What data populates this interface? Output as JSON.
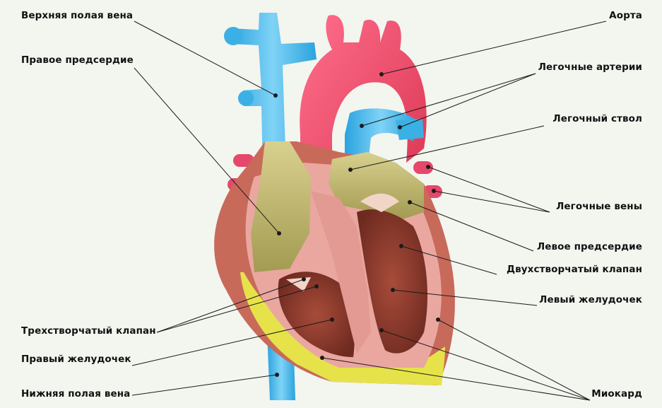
{
  "labels": {
    "superior_vena_cava": "Верхняя полая вена",
    "right_atrium": "Правое предсердие",
    "tricuspid_valve": "Трехстворчатый клапан",
    "right_ventricle": "Правый желудочек",
    "inferior_vena_cava": "Нижняя полая вена",
    "aorta": "Аорта",
    "pulmonary_arteries": "Легочные артерии",
    "pulmonary_trunk": "Легочный ствол",
    "pulmonary_veins": "Легочные вены",
    "left_atrium": "Левое предсердие",
    "mitral_valve": "Двухстворчатый клапан",
    "left_ventricle": "Левый желудочек",
    "myocardium": "Миокард"
  },
  "colors": {
    "vein_blue": "#4ab8e8",
    "artery_red": "#ee4f70",
    "atrium_olive": "#b8b26a",
    "ventricle_brown": "#8a3a2c",
    "myocardium_pink": "#e7a09a",
    "fat_yellow": "#e6e24a"
  }
}
